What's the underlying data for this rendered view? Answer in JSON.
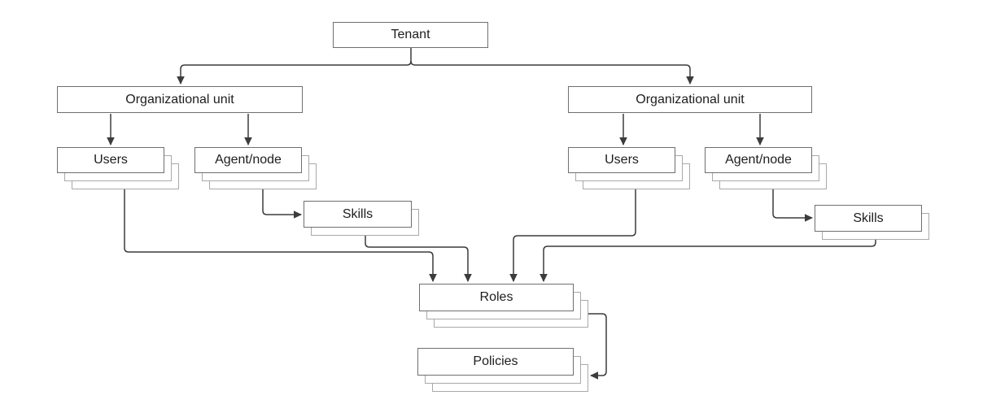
{
  "diagram": {
    "type": "hierarchy-flowchart",
    "description": "Tenant organizational hierarchy diagram",
    "nodes": {
      "tenant": {
        "label": "Tenant",
        "stack_count": 1
      },
      "org_left": {
        "label": "Organizational unit",
        "stack_count": 1
      },
      "org_right": {
        "label": "Organizational unit",
        "stack_count": 1
      },
      "users_left": {
        "label": "Users",
        "stack_count": 3
      },
      "agent_left": {
        "label": "Agent/node",
        "stack_count": 3
      },
      "users_right": {
        "label": "Users",
        "stack_count": 3
      },
      "agent_right": {
        "label": "Agent/node",
        "stack_count": 3
      },
      "skills_left": {
        "label": "Skills",
        "stack_count": 2
      },
      "skills_right": {
        "label": "Skills",
        "stack_count": 2
      },
      "roles": {
        "label": "Roles",
        "stack_count": 3
      },
      "policies": {
        "label": "Policies",
        "stack_count": 3
      }
    },
    "edges": [
      {
        "from": "tenant",
        "to": "org_left"
      },
      {
        "from": "tenant",
        "to": "org_right"
      },
      {
        "from": "org_left",
        "to": "users_left"
      },
      {
        "from": "org_left",
        "to": "agent_left"
      },
      {
        "from": "org_right",
        "to": "users_right"
      },
      {
        "from": "org_right",
        "to": "agent_right"
      },
      {
        "from": "agent_left",
        "to": "skills_left"
      },
      {
        "from": "agent_right",
        "to": "skills_right"
      },
      {
        "from": "users_left",
        "to": "roles"
      },
      {
        "from": "skills_left",
        "to": "roles"
      },
      {
        "from": "users_right",
        "to": "roles"
      },
      {
        "from": "skills_right",
        "to": "roles"
      },
      {
        "from": "roles",
        "to": "policies"
      }
    ],
    "colors": {
      "background": "#ffffff",
      "node_fill": "#ffffff",
      "node_border": "#6f6f6f",
      "stack_layer_border": "#a9a9a9",
      "connector": "#3c3c3c",
      "text": "#1d1d1d"
    }
  }
}
